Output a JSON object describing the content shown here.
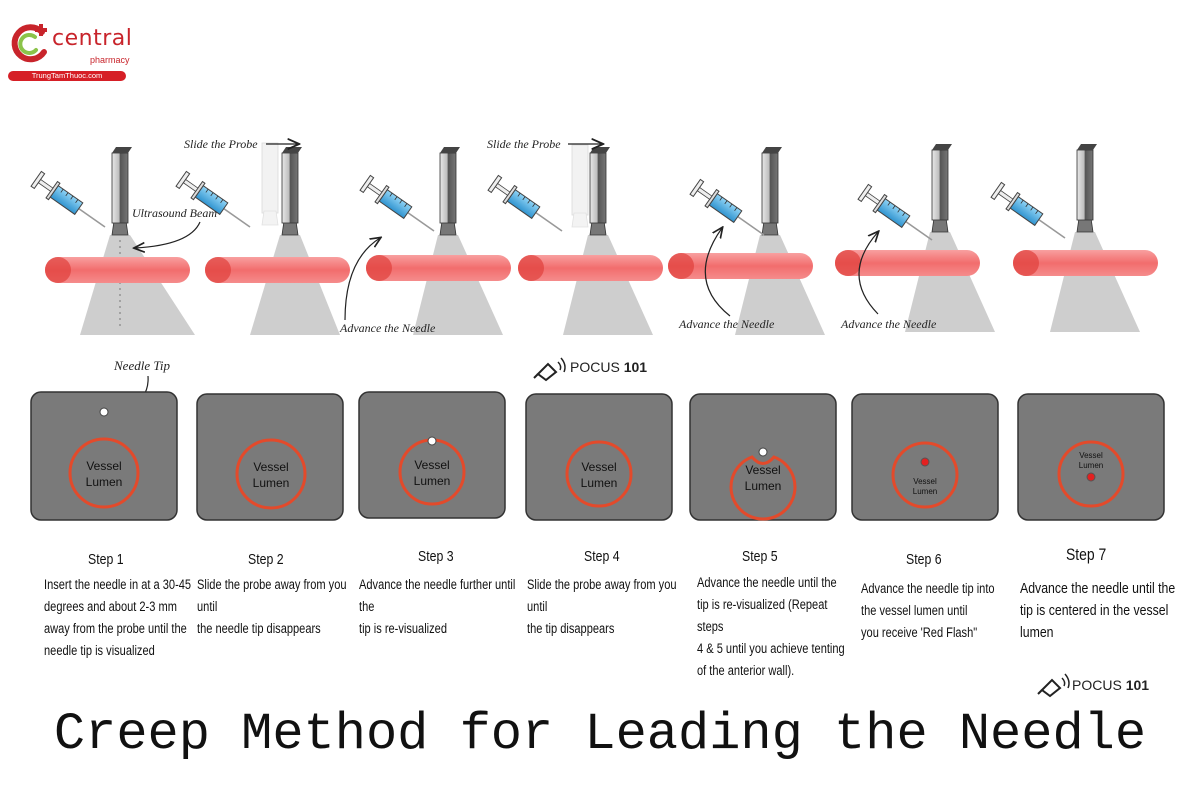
{
  "logo": {
    "brand": "central",
    "sub": "pharmacy",
    "site": "TrungTamThuoc.com",
    "icon": "pharmacy-c-plus-logo",
    "color": "#c8242b"
  },
  "labels": {
    "slide_probe_1": "Slide the Probe",
    "slide_probe_2": "Slide the Probe",
    "ultrasound_beam": "Ultrasound Beam",
    "advance_needle_1": "Advance the Needle",
    "advance_needle_2": "Advance the Needle",
    "advance_needle_3": "Advance the Needle",
    "needle_tip": "Needle Tip"
  },
  "pocus": {
    "prefix": "POCUS",
    "number": "101",
    "icon": "ultrasound-probe-icon"
  },
  "panels": [
    {
      "lumen_line1": "Vessel",
      "lumen_line2": "Lumen"
    },
    {
      "lumen_line1": "Vessel",
      "lumen_line2": "Lumen"
    },
    {
      "lumen_line1": "Vessel",
      "lumen_line2": "Lumen"
    },
    {
      "lumen_line1": "Vessel",
      "lumen_line2": "Lumen"
    },
    {
      "lumen_line1": "Vessel",
      "lumen_line2": "Lumen"
    },
    {
      "lumen_line1": "Vessel",
      "lumen_line2": "Lumen"
    },
    {
      "lumen_line1": "Vessel",
      "lumen_line2": "Lumen"
    }
  ],
  "steps": [
    {
      "label": "Step 1",
      "lines": [
        "Insert the needle in at a 30-45",
        "degrees and about 2-3 mm",
        "away from the probe until the",
        "needle tip is visualized"
      ]
    },
    {
      "label": "Step 2",
      "lines": [
        "Slide the probe away from you until",
        "the needle tip disappears"
      ]
    },
    {
      "label": "Step 3",
      "lines": [
        "Advance the needle further until the",
        "tip is re-visualized"
      ]
    },
    {
      "label": "Step 4",
      "lines": [
        "Slide the probe away from you until",
        "the tip disappears"
      ]
    },
    {
      "label": "Step 5",
      "lines": [
        "Advance the needle until the",
        "tip is re-visualized (Repeat steps",
        "4 & 5 until you achieve tenting",
        "of the anterior wall)."
      ]
    },
    {
      "label": "Step 6",
      "lines": [
        "Advance the needle tip into",
        "the vessel lumen until",
        "you receive 'Red Flash\""
      ]
    },
    {
      "label": "Step 7",
      "lines": [
        "Advance the needle until the",
        "tip is centered in the vessel lumen"
      ]
    }
  ],
  "title": "Creep Method for Leading the Needle",
  "colors": {
    "vessel": "#f26d6d",
    "vessel_dark": "#e0403c",
    "panel": "#7a7a7a",
    "lumen_ring": "#e34a2b",
    "syringe": "#4aa8dc"
  }
}
